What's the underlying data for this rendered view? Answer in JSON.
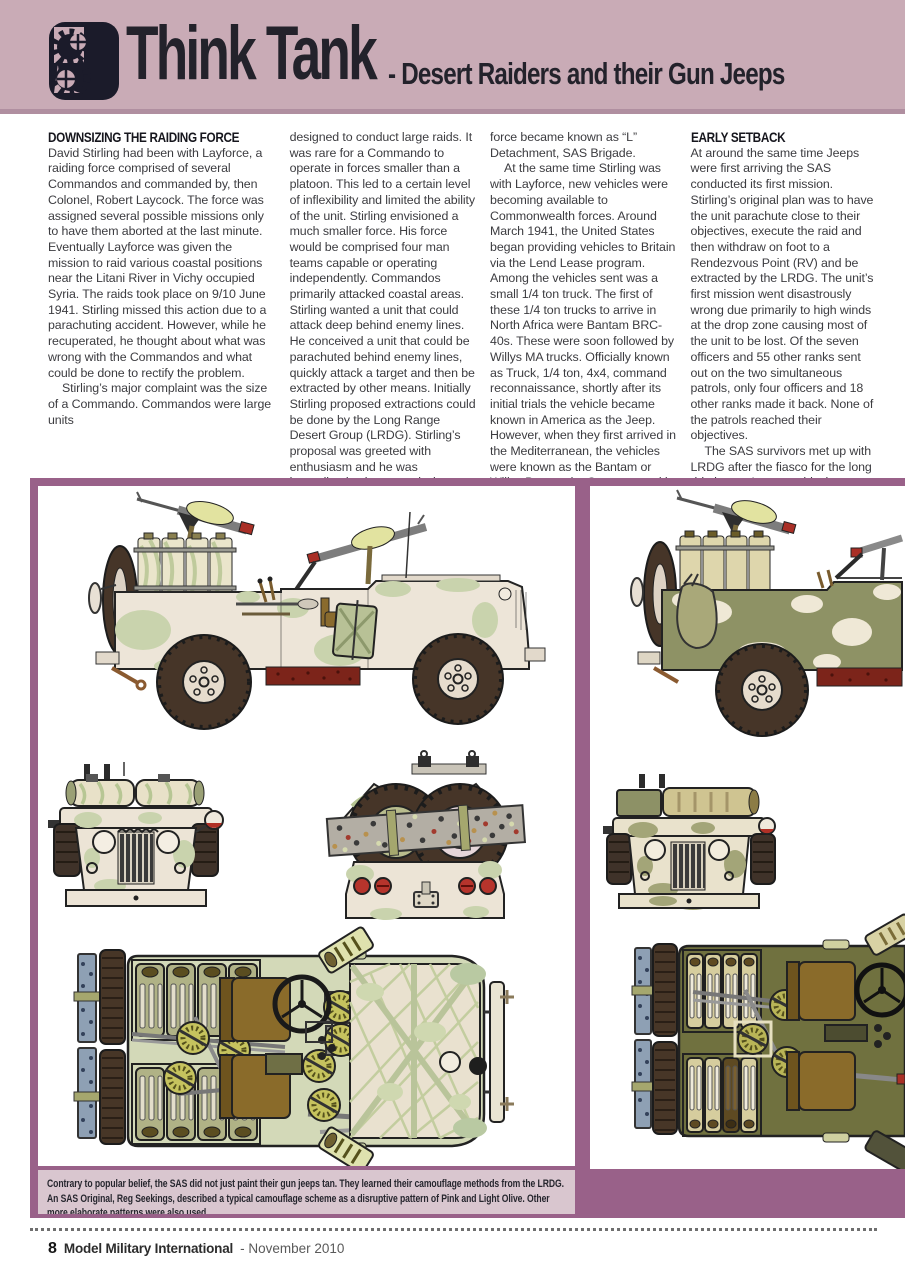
{
  "header": {
    "title": "Think Tank",
    "subtitle": "- Desert Raiders and their Gun Jeeps"
  },
  "article": {
    "columns": [
      {
        "heading": "DOWNSIZING THE RAIDING FORCE",
        "paragraphs": [
          {
            "text": "David Stirling had been with Layforce, a raiding force comprised of several Commandos and commanded by, then Colonel, Robert Laycock. The force was assigned several possible missions only to have them aborted at the last minute. Eventually Layforce was given the mission to raid various coastal positions near the Litani River in Vichy occupied Syria. The raids took place on 9/10 June 1941. Stirling missed this action due to a parachuting accident. However, while he recuperated, he thought about what was wrong with the Commandos and what could be done to rectify the problem."
          },
          {
            "text": "Stirling’s major complaint was the size of a Commando. Commandos were large units"
          }
        ]
      },
      {
        "heading": "",
        "paragraphs": [
          {
            "text": "designed to conduct large raids. It was rare for a Commando to operate in forces smaller than a platoon. This led to a certain level of inflexibility and limited the ability of the unit. Stirling envisioned a much smaller force. His force would be comprised four man teams capable or operating independently. Commandos primarily attacked coastal areas. Stirling wanted a unit that could attack deep behind enemy lines. He conceived a unit that could be parachuted behind enemy lines, quickly attack a target and then be extracted by other means. Initially Stirling proposed extractions could be done by the Long Range Desert Group (LRDG). Stirling’s proposal was greeted with enthusiasm and he was immediately given permission to raise a force. The"
          }
        ]
      },
      {
        "heading": "",
        "paragraphs": [
          {
            "text": "force became known as “L” Detachment, SAS Brigade."
          },
          {
            "text": "At the same time Stirling was with Layforce, new vehicles were becoming available to Commonwealth forces. Around March 1941, the United States began providing vehicles to Britain via the Lend Lease program. Among the vehicles sent was a small 1/4 ton truck. The first of these 1/4 ton trucks to arrive in North Africa were Bantam BRC-40s. These were soon followed by Willys MA trucks. Officially known as Truck, 1/4 ton, 4x4, command reconnaissance, shortly after its initial trials the vehicle became known in America as the Jeep. However, when they first arrived in the Mediterranean, the vehicles were known as the Bantam or Willys Bantam by Commonwealth Forces."
          }
        ]
      },
      {
        "heading": "EARLY SETBACK",
        "paragraphs": [
          {
            "text": "At around the same time Jeeps were first arriving the SAS conducted its first mission. Stirling’s original plan was to have the unit parachute close to their objectives, execute the raid and then withdraw on foot to a Rendezvous Point (RV) and be extracted by the LRDG. The unit’s first mission went disastrously wrong due primarily to high winds at the drop zone causing most of the unit to be lost. Of the seven officers and 55 other ranks sent out on the two simultaneous patrols, only four officers and 18 other ranks made it back. None of the patrols reached their objectives."
          },
          {
            "text": "The SAS survivors met up with LRDG after the fiasco for the long ride home. It was at this time"
          }
        ]
      }
    ]
  },
  "caption": {
    "text": "Contrary to popular belief, the SAS did not just paint their gun jeeps tan. They learned their camouflage methods from the LRDG. An SAS Original, Reg Seekings, described a typical camouflage scheme as a disruptive pattern of Pink and Light Olive. Other more elaborate patterns were also used."
  },
  "footer": {
    "page_number": "8",
    "magazine": "Model Military International",
    "issue": "- November 2010"
  },
  "illustrations": {
    "left_panel_views": "pink-and-olive camouflage SAS gun jeep: side, front, rear, top views",
    "right_panel_views": "olive-and-cream camouflage SAS gun jeep: side, front, top views",
    "palette": {
      "header_pink": "#c9abb6",
      "plate_purple": "#996189",
      "caption_pink": "#d9c6cf",
      "jeep_cream": "#ece4d6",
      "camo_green": "#c9d3ad",
      "olive_drab": "#8e9265",
      "tire_brown": "#463528",
      "chassis_red": "#7c241a"
    }
  }
}
